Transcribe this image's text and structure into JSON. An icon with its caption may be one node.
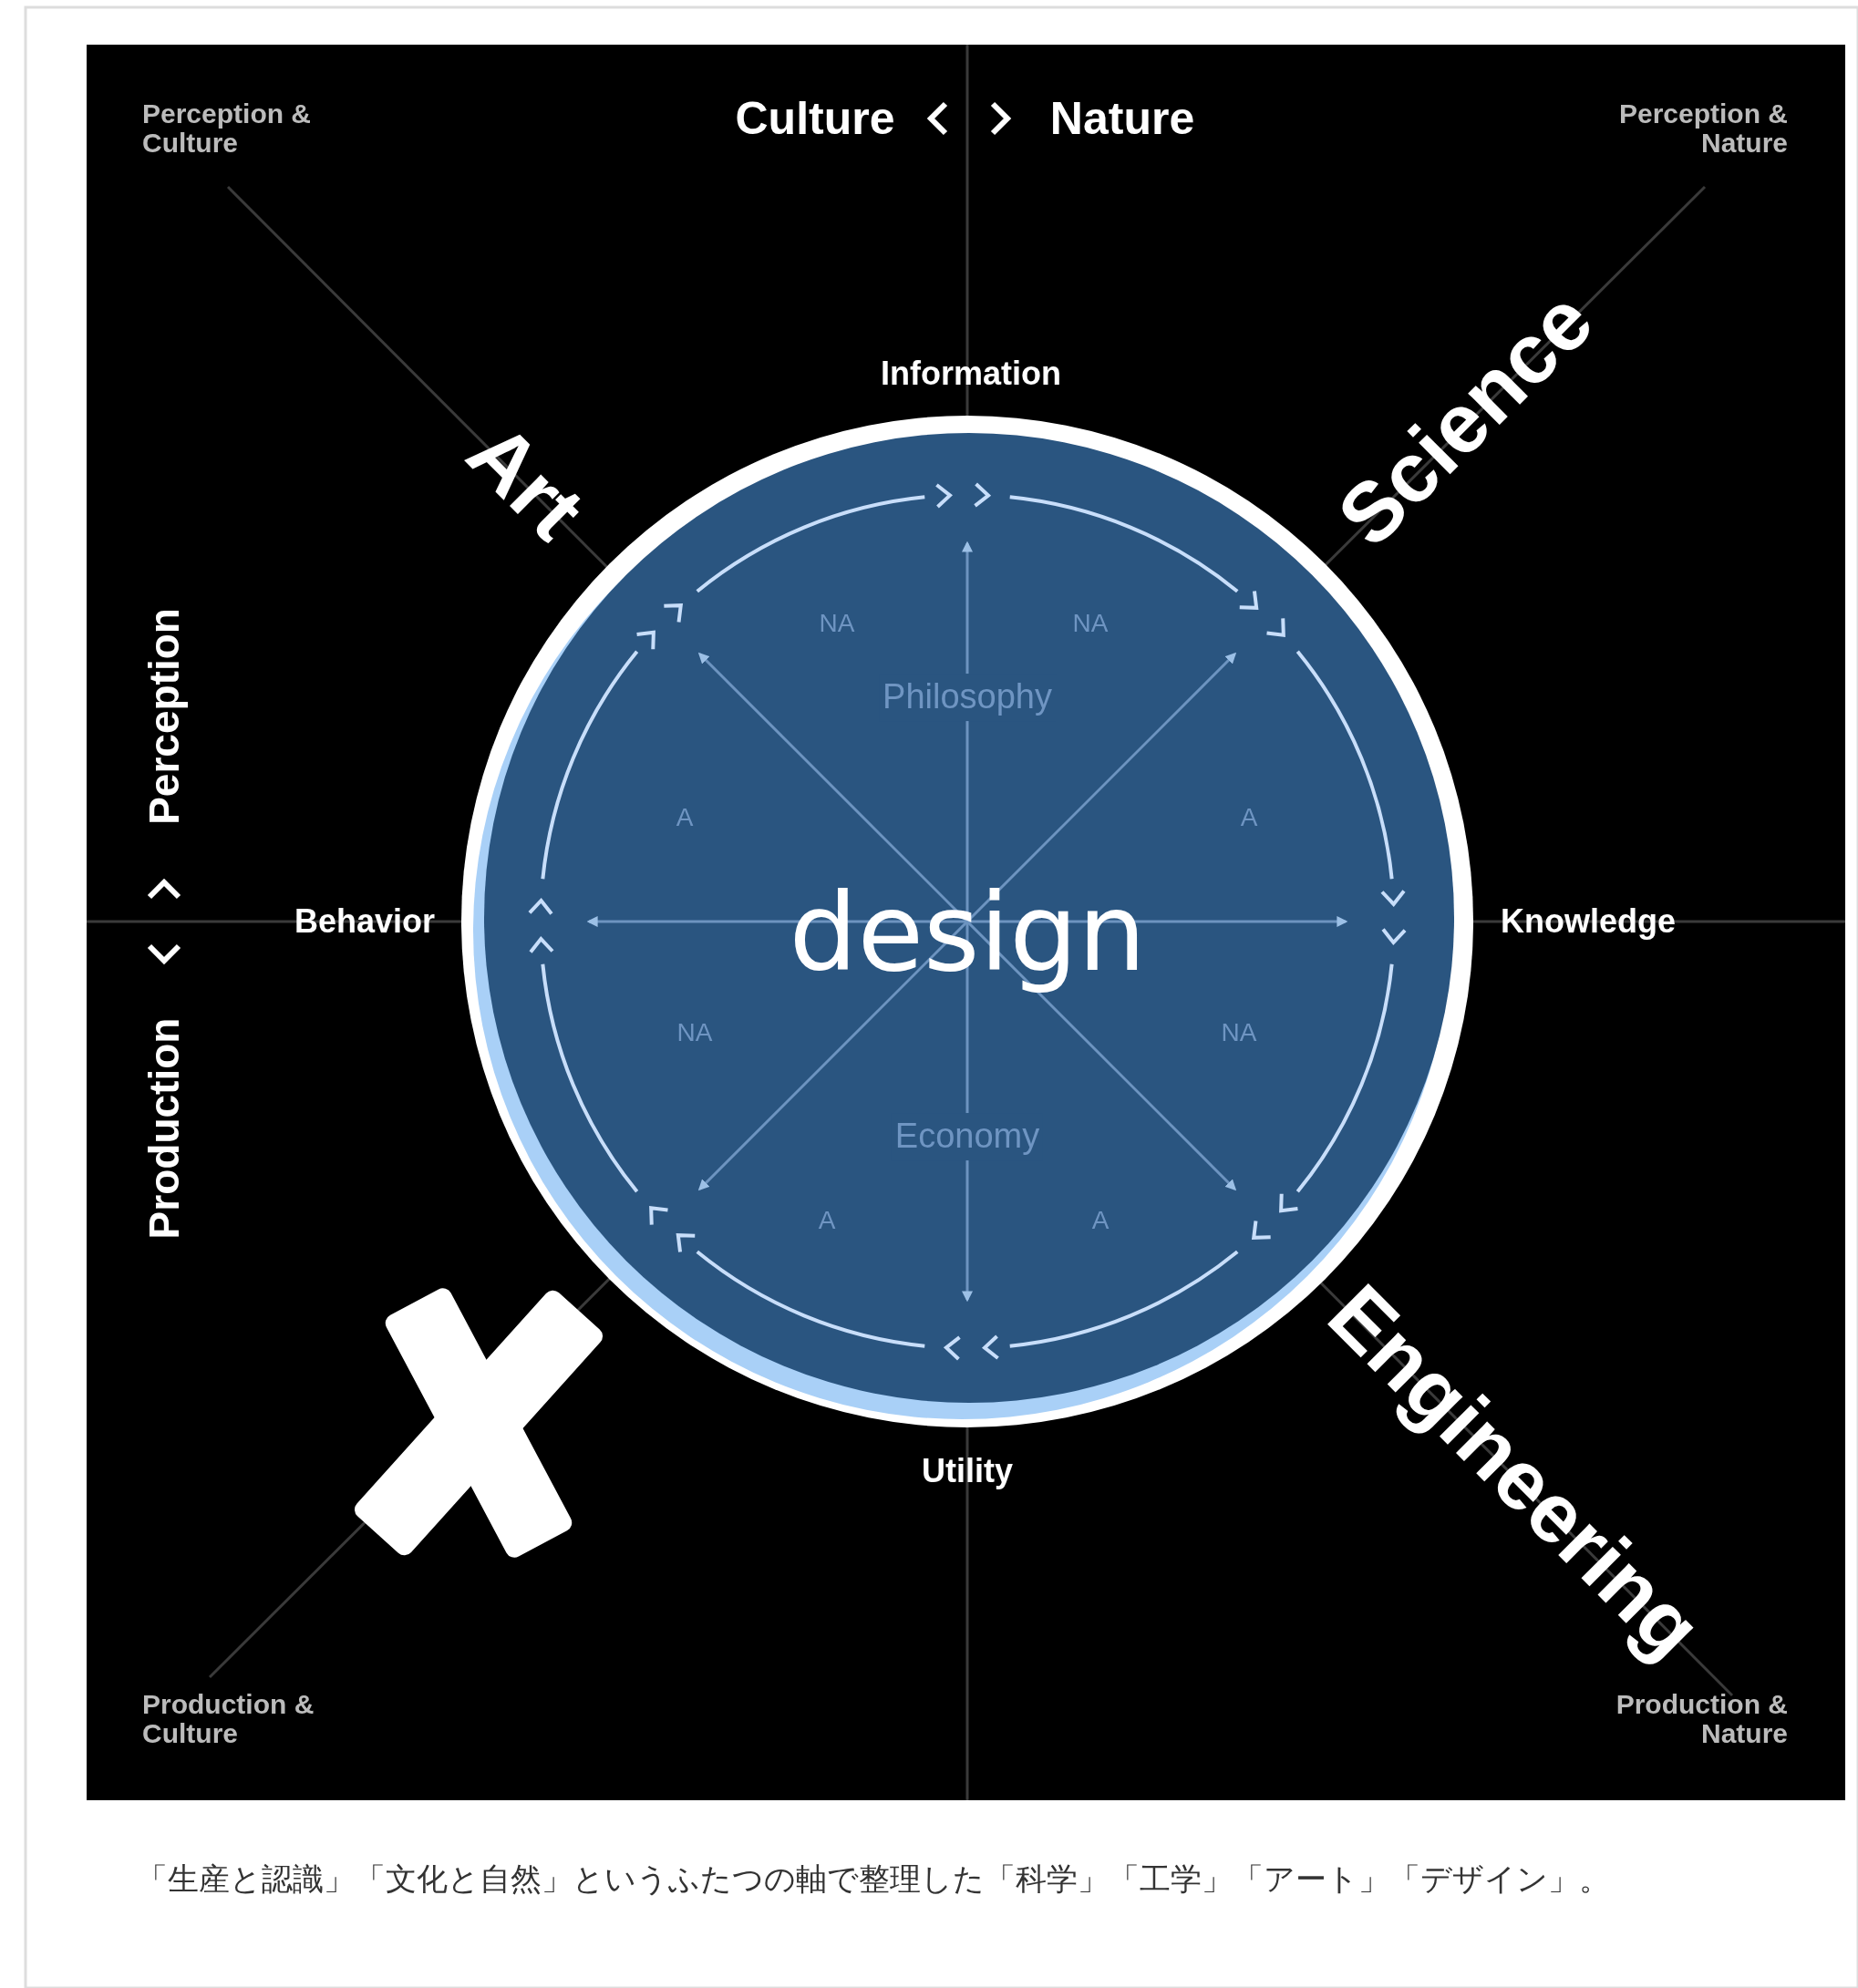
{
  "diagram": {
    "caption": "「生産と認識」「文化と自然」というふたつの軸で整理した「科学」「工学」「アート」「デザイン」。",
    "nodes": [
      {
        "text": [
          "design"
        ]
      }
    ],
    "labels": [
      "Perception & Culture",
      "Culture",
      "Nature",
      "Perception & Nature",
      "Information",
      "Art",
      "Science",
      "NA",
      "NA",
      "Philosophy",
      "A",
      "A",
      "Perception",
      "Behavior",
      "Knowledge",
      "Production",
      "NA",
      "NA",
      "Economy",
      "A",
      "A",
      "Utility",
      "Engineering",
      "Production & Culture",
      "Production & Nature"
    ]
  }
}
